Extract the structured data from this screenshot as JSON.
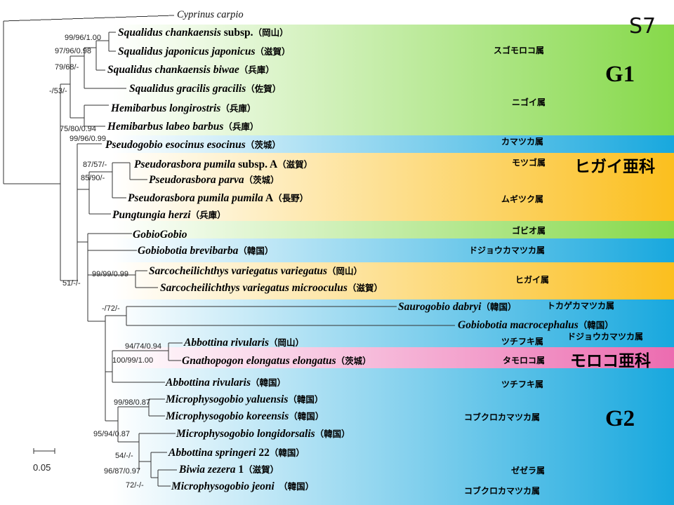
{
  "figure_label": "S7",
  "outgroup": {
    "name": "Cyprinus carpio"
  },
  "taxa": [
    {
      "id": "squalidus-chankaensis-subsp",
      "name": "Squalidus chankaensis",
      "suffix": " subsp.",
      "loc": "（岡山）"
    },
    {
      "id": "squalidus-japonicus",
      "name": "Squalidus japonicus japonicus",
      "suffix": "",
      "loc": "（滋賀）"
    },
    {
      "id": "squalidus-chankaensis-biwae",
      "name": "Squalidus chankaensis biwae",
      "suffix": "",
      "loc": "（兵庫）"
    },
    {
      "id": "squalidus-gracilis",
      "name": "Squalidus gracilis gracilis",
      "suffix": "",
      "loc": "（佐賀）"
    },
    {
      "id": "hemibarbus-longirostris",
      "name": "Hemibarbus longirostris",
      "suffix": "",
      "loc": "（兵庫）"
    },
    {
      "id": "hemibarbus-labeo",
      "name": "Hemibarbus labeo barbus",
      "suffix": "",
      "loc": "（兵庫）"
    },
    {
      "id": "pseudogobio-esocinus",
      "name": "Pseudogobio esocinus esocinus",
      "suffix": "",
      "loc": "（茨城）"
    },
    {
      "id": "pseudorasbora-pumila-subsp-a",
      "name": "Pseudorasbora pumila",
      "suffix": " subsp. A",
      "loc": "（滋賀）"
    },
    {
      "id": "pseudorasbora-parva",
      "name": "Pseudorasbora parva",
      "suffix": "",
      "loc": "（茨城）"
    },
    {
      "id": "pseudorasbora-pumila-pumila-a",
      "name": "Pseudorasbora pumila pumila",
      "suffix": " A",
      "loc": "（長野）"
    },
    {
      "id": "pungtungia-herzi",
      "name": "Pungtungia herzi",
      "suffix": "",
      "loc": "（兵庫）"
    },
    {
      "id": "gobio-gobio",
      "name": "GobioGobio",
      "suffix": "",
      "loc": ""
    },
    {
      "id": "gobiobotia-brevibarba",
      "name": "Gobiobotia brevibarba",
      "suffix": "",
      "loc": "（韓国）"
    },
    {
      "id": "sarcocheilichthys-variegatus",
      "name": "Sarcocheilichthys variegatus variegatus",
      "suffix": "",
      "loc": "（岡山）"
    },
    {
      "id": "sarcocheilichthys-microoculus",
      "name": "Sarcocheilichthys variegatus microoculus",
      "suffix": "",
      "loc": "（滋賀）"
    },
    {
      "id": "saurogobio-dabryi",
      "name": "Saurogobio dabryi",
      "suffix": "",
      "loc": "（韓国）"
    },
    {
      "id": "gobiobotia-macrocephalus",
      "name": "Gobiobotia macrocephalus",
      "suffix": "",
      "loc": "（韓国）"
    },
    {
      "id": "abbottina-rivularis-okayama",
      "name": "Abbottina rivularis",
      "suffix": "",
      "loc": "（岡山）"
    },
    {
      "id": "gnathopogon-elongatus",
      "name": "Gnathopogon elongatus elongatus",
      "suffix": "",
      "loc": "（茨城）"
    },
    {
      "id": "abbottina-rivularis-korea",
      "name": "Abbottina rivularis",
      "suffix": "",
      "loc": "（韓国）"
    },
    {
      "id": "microphysogobio-yaluensis",
      "name": "Microphysogobio yaluensis",
      "suffix": "",
      "loc": "（韓国）"
    },
    {
      "id": "microphysogobio-koreensis",
      "name": "Microphysogobio koreensis",
      "suffix": "",
      "loc": "（韓国）"
    },
    {
      "id": "microphysogobio-longidorsalis",
      "name": "Microphysogobio longidorsalis",
      "suffix": "",
      "loc": "（韓国）"
    },
    {
      "id": "abbottina-springeri",
      "name": "Abbottina springeri",
      "suffix": " 22",
      "loc": "（韓国）"
    },
    {
      "id": "biwia-zezera",
      "name": "Biwia zezera",
      "suffix": " 1",
      "loc": "（滋賀）"
    },
    {
      "id": "microphysogobio-jeoni",
      "name": "Microphysogobio jeoni",
      "suffix": "",
      "loc": "　（韓国）"
    }
  ],
  "supports": [
    {
      "id": "node-squalidus-a",
      "text": "99/96/1.00"
    },
    {
      "id": "node-squalidus-b",
      "text": "97/96/0.98"
    },
    {
      "id": "node-squalidus-c",
      "text": "79/68/-"
    },
    {
      "id": "node-g1-squalidus-hemibarbus",
      "text": "-/53/-"
    },
    {
      "id": "node-hemibarbus",
      "text": "75/80/0.94"
    },
    {
      "id": "node-pseudogobio",
      "text": "99/96/0.99"
    },
    {
      "id": "node-pseudorasbora-a",
      "text": "87/57/-"
    },
    {
      "id": "node-pseudorasbora-b",
      "text": "85/90/-"
    },
    {
      "id": "node-rest",
      "text": "51/-/-"
    },
    {
      "id": "node-sarcocheilichthys",
      "text": "99/99/0.99"
    },
    {
      "id": "node-saurogobio",
      "text": "-/72/-"
    },
    {
      "id": "node-abbottina-gnathopogon",
      "text": "94/74/0.94"
    },
    {
      "id": "node-g2-inner",
      "text": "100/99/1.00"
    },
    {
      "id": "node-microphysogobio-a",
      "text": "99/98/0.87"
    },
    {
      "id": "node-microphysogobio-b",
      "text": "95/94/0.87"
    },
    {
      "id": "node-springeri",
      "text": "54/-/-"
    },
    {
      "id": "node-biwia",
      "text": "96/87/0.97"
    },
    {
      "id": "node-jeoni",
      "text": "72/-/-"
    }
  ],
  "genus_labels": [
    {
      "id": "genus-sugomoroko",
      "text": "スゴモロコ属"
    },
    {
      "id": "genus-nigoi",
      "text": "ニゴイ属"
    },
    {
      "id": "genus-kamatsuka",
      "text": "カマツカ属"
    },
    {
      "id": "genus-motsugo",
      "text": "モツゴ属"
    },
    {
      "id": "genus-mugitsuku",
      "text": "ムギツク属"
    },
    {
      "id": "genus-gobio",
      "text": "ゴビオ属"
    },
    {
      "id": "genus-dojoukamatsuka-1",
      "text": "ドジョウカマツカ属"
    },
    {
      "id": "genus-higai",
      "text": "ヒガイ属"
    },
    {
      "id": "genus-tokagekamatsuka",
      "text": "トカゲカマツカ属"
    },
    {
      "id": "genus-dojoukamatsuka-2",
      "text": "ドジョウカマツカ属"
    },
    {
      "id": "genus-tsuchifuki-1",
      "text": "ツチフキ属"
    },
    {
      "id": "genus-tamoroko",
      "text": "タモロコ属"
    },
    {
      "id": "genus-tsuchifuki-2",
      "text": "ツチフキ属"
    },
    {
      "id": "genus-kobukurokamatsuka-1",
      "text": "コブクロカマツカ属"
    },
    {
      "id": "genus-zezera",
      "text": "ゼゼラ属"
    },
    {
      "id": "genus-kobukurokamatsuka-2",
      "text": "コブクロカマツカ属"
    }
  ],
  "group_labels": {
    "g1": "G1",
    "g2": "G2",
    "higai_subfamily": "ヒガイ亜科",
    "moroko_subfamily": "モロコ亜科"
  },
  "scale_bar": {
    "label": "0.05"
  },
  "colors": {
    "g1_green": "#86d94a",
    "higai_orange": "#fbbf1e",
    "blue": "#18a8de",
    "pink": "#ec6cb0"
  }
}
